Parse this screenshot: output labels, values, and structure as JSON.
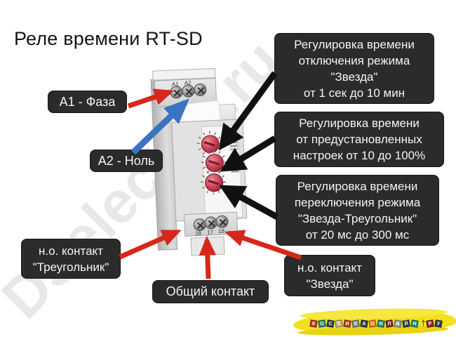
{
  "title": "Реле времени RT-SD",
  "watermark": "DSelectric.ru",
  "device": {
    "top_terminal_labels": [
      "A1",
      "A2"
    ],
    "bottom_terminal_labels": [
      "28",
      "17",
      "18"
    ]
  },
  "callouts": {
    "a1": "А1 - Фаза",
    "a2": "А2 - Ноль",
    "delta_lines": [
      "н.о. контакт",
      "\"Треугольник\""
    ],
    "common": "Общий контакт",
    "star_lines": [
      "н.о. контакт",
      "\"Звезда\""
    ],
    "reg_star_off_lines": [
      "Регулировка времени",
      "отключения режима",
      "\"Звезда\"",
      "от 1 сек до 10 мин"
    ],
    "reg_preset_lines": [
      "Регулировка времени",
      "от предустановленных",
      "настроек от 10 до 100%"
    ],
    "reg_switch_lines": [
      "Регулировка времени",
      "переключения режима",
      "\"Звезда-Треугольник\"",
      "от 20 мс до 300 мс"
    ]
  },
  "logo": {
    "tile_letters": [
      "к",
      "о",
      "с",
      "т",
      "и",
      "к",
      "а",
      "о",
      "н",
      "л",
      "а",
      "й",
      "н"
    ],
    "suffix_letters": [
      "р",
      "у"
    ],
    "tile_colors": [
      "#c0392b",
      "#1e8e82",
      "#2c3e50",
      "#cbb98f",
      "#c0392b",
      "#7f8c8d",
      "#2c3e50",
      "#e67e22",
      "#1e8e82",
      "#8e2630",
      "#95a5a6",
      "#2c3e50",
      "#1e8e82"
    ],
    "suffix_colors": [
      "#8e2630",
      "#2c3e50"
    ]
  },
  "colors": {
    "callout_bg": "#2b2b2b",
    "arrow_red": "#d6281a",
    "arrow_blue": "#3a72c4",
    "arrow_black": "#111111",
    "knob_red": "#c43b50",
    "logo_yellow": "#f2e11c"
  }
}
